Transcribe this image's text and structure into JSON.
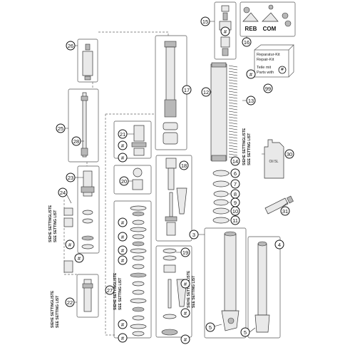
{
  "callouts": [
    {
      "id": "c15",
      "label": "15"
    },
    {
      "id": "c16",
      "label": "16"
    },
    {
      "id": "c26",
      "label": "26"
    },
    {
      "id": "c17",
      "label": "17"
    },
    {
      "id": "c12",
      "label": "12"
    },
    {
      "id": "c13",
      "label": "13"
    },
    {
      "id": "c99",
      "label": "99"
    },
    {
      "id": "c25",
      "label": "25"
    },
    {
      "id": "c28",
      "label": "28"
    },
    {
      "id": "c21",
      "label": "21"
    },
    {
      "id": "c18",
      "label": "18"
    },
    {
      "id": "c30",
      "label": "30"
    },
    {
      "id": "c14",
      "label": "14"
    },
    {
      "id": "c23",
      "label": "23"
    },
    {
      "id": "c20",
      "label": "20"
    },
    {
      "id": "c24",
      "label": "24"
    },
    {
      "id": "c6",
      "label": "6"
    },
    {
      "id": "c7",
      "label": "7"
    },
    {
      "id": "c8",
      "label": "8"
    },
    {
      "id": "c9",
      "label": "9"
    },
    {
      "id": "c10",
      "label": "10"
    },
    {
      "id": "c11",
      "label": "11"
    },
    {
      "id": "c31",
      "label": "31"
    },
    {
      "id": "c3",
      "label": "3"
    },
    {
      "id": "c4",
      "label": "4"
    },
    {
      "id": "c19",
      "label": "19"
    },
    {
      "id": "c27",
      "label": "27"
    },
    {
      "id": "c22",
      "label": "22"
    },
    {
      "id": "c5a",
      "label": "5"
    },
    {
      "id": "c5b",
      "label": "5"
    },
    {
      "id": "h1",
      "label": "#"
    },
    {
      "id": "h2",
      "label": "#"
    },
    {
      "id": "h3",
      "label": "#"
    },
    {
      "id": "h4",
      "label": "#"
    },
    {
      "id": "h5",
      "label": "#"
    },
    {
      "id": "h6",
      "label": "#"
    },
    {
      "id": "h7",
      "label": "#"
    },
    {
      "id": "h8",
      "label": "#"
    },
    {
      "id": "h9",
      "label": "#"
    },
    {
      "id": "h10",
      "label": "#"
    },
    {
      "id": "h11",
      "label": "#"
    },
    {
      "id": "h12",
      "label": "#"
    },
    {
      "id": "h13",
      "label": "#"
    },
    {
      "id": "h14",
      "label": "#"
    },
    {
      "id": "h15",
      "label": "#"
    }
  ],
  "adjusters": {
    "reb": "REB",
    "com": "COM"
  },
  "kit_box": {
    "line1": "Reparatur-Kit",
    "line2": "Repair-Kit",
    "line3": "Teile mit",
    "line4": "Parts with",
    "hash": "#"
  },
  "setting_list_de": "SIEHE SETTINGLISTE",
  "setting_list_en": "SEE SETTING LIST",
  "can_label": "Oil 5L"
}
